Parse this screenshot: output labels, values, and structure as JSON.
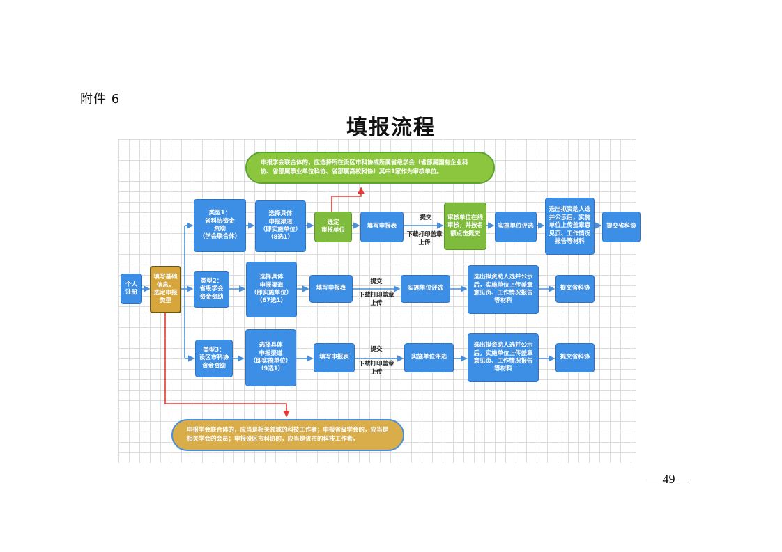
{
  "page": {
    "attachment_label": "附件 6",
    "title": "填报流程",
    "page_number": "— 49 —"
  },
  "colors": {
    "process_blue": "#3d8ee5",
    "review_green": "#7fbb3c",
    "start_gold": "#d6a63d",
    "flow_arrow": "#4a8fd8",
    "note_arrow": "#e53935"
  },
  "notes": {
    "top_green": "申报学会联合体的，应选择所在设区市科协或所属省级学会（省部属国有企业科协、省部属事业单位科协、省部属高校科协）其中1家作为审核单位。",
    "bottom_gold": "申报学会联合体的，应当是相关领域的科技工作者；申报省级学会的，应当是相关学会的会员；申报设区市科协的，应当是该市的科技工作者。"
  },
  "start": {
    "register": "个人\n注册",
    "fill_info": "填写基础\n信息，\n选定申报\n类型"
  },
  "track1": {
    "type": "类型1：\n省科协资金\n资助\n（学会联合体）",
    "channel": "选择具体\n申报渠道\n（即实施单位）\n（8选1）",
    "select_reviewer": "选定\n审核单位",
    "fill_form": "填写申报表",
    "submit": "提交",
    "print_upload": "下载打印盖章\n上传",
    "online_review": "审核单位在线\n审核，并按名\n额点击提交",
    "unit_eval": "实施单位评选",
    "publicize": "选出拟资助人选\n并公示后，实施\n单位上传盖章意\n见页、工作情况\n报告等材料",
    "submit_provincial": "提交省科协"
  },
  "track2": {
    "type": "类型2：\n省级学会\n资金资助",
    "channel": "选择具体\n申报渠道\n（即实施单位）\n（67选1）",
    "fill_form": "填写申报表",
    "submit": "提交",
    "print_upload": "下载打印盖章\n上传",
    "unit_eval": "实施单位评选",
    "publicize": "选出拟资助人选并公示\n后，实施单位上传盖章\n意见页、工作情况报告\n等材料",
    "submit_provincial": "提交省科协"
  },
  "track3": {
    "type": "类型3：\n设区市科协\n资金资助",
    "channel": "选择具体\n申报渠道\n（即实施单位）\n（9选1）",
    "fill_form": "填写申报表",
    "submit": "提交",
    "print_upload": "下载打印盖章\n上传",
    "unit_eval": "实施单位评选",
    "publicize": "选出拟资助人选并公示\n后，实施单位上传盖章\n意见页、工作情况报告\n等材料",
    "submit_provincial": "提交省科协"
  }
}
